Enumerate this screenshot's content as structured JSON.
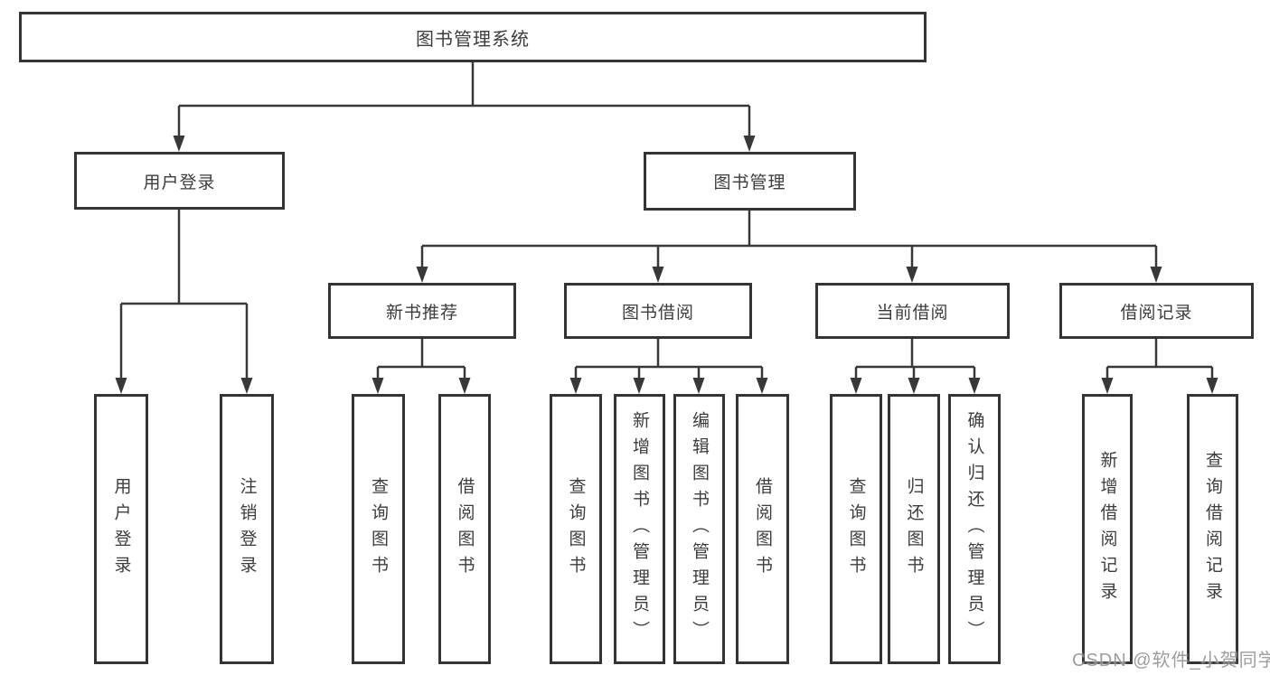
{
  "tree": {
    "label": "图书管理系统",
    "children": [
      {
        "label": "用户登录",
        "children": [
          {
            "label": "用户登录"
          },
          {
            "label": "注销登录"
          }
        ]
      },
      {
        "label": "图书管理",
        "children": [
          {
            "label": "新书推荐",
            "children": [
              {
                "label": "查询图书"
              },
              {
                "label": "借阅图书"
              }
            ]
          },
          {
            "label": "图书借阅",
            "children": [
              {
                "label": "查询图书"
              },
              {
                "label": "新增图书（管理员）"
              },
              {
                "label": "编辑图书（管理员）"
              },
              {
                "label": "借阅图书"
              }
            ]
          },
          {
            "label": "当前借阅",
            "children": [
              {
                "label": "查询图书"
              },
              {
                "label": "归还图书"
              },
              {
                "label": "确认归还（管理员）"
              }
            ]
          },
          {
            "label": "借阅记录",
            "children": [
              {
                "label": "新增借阅记录"
              },
              {
                "label": "查询借阅记录"
              }
            ]
          }
        ]
      }
    ]
  },
  "watermark": {
    "text": "CSDN @软件_小贺同学"
  },
  "colors": {
    "line": "#383838",
    "box_border": "#343434",
    "text": "#3d3d3d",
    "watermark_text": "#8c8c8c",
    "background": "#ffffff"
  }
}
